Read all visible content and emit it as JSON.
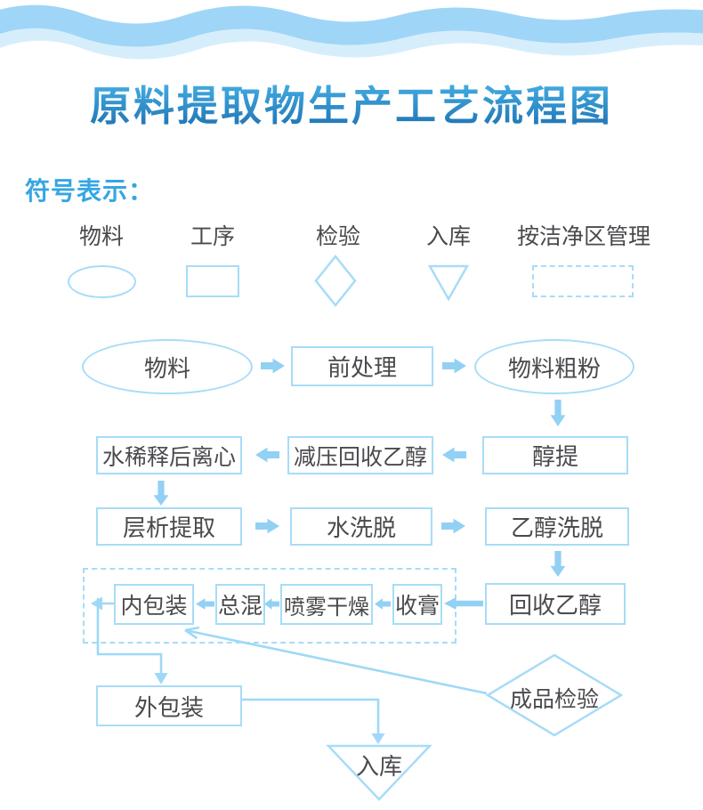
{
  "page": {
    "title": "原料提取物生产工艺流程图"
  },
  "legend": {
    "heading": "符号表示：",
    "items": [
      {
        "label": "物料",
        "shape": "ellipse"
      },
      {
        "label": "工序",
        "shape": "rectangle"
      },
      {
        "label": "检验",
        "shape": "diamond"
      },
      {
        "label": "入库",
        "shape": "triangle-down"
      },
      {
        "label": "按洁净区管理",
        "shape": "dashed-rectangle"
      }
    ]
  },
  "flowchart": {
    "nodes": {
      "material": "物料",
      "pretreatment": "前处理",
      "coarse_powder": "物料粗粉",
      "alcohol_extraction": "醇提",
      "vacuum_recover_ethanol": "减压回收乙醇",
      "dilute_centrifuge": "水稀释后离心",
      "chromatography": "层析提取",
      "water_elution": "水洗脱",
      "ethanol_elution": "乙醇洗脱",
      "recover_ethanol": "回收乙醇",
      "collect_paste": "收膏",
      "spray_drying": "喷雾干燥",
      "total_mixing": "总混",
      "inner_packaging": "内包装",
      "outer_packaging": "外包装",
      "finished_inspection": "成品检验",
      "warehousing": "入库"
    },
    "edges": [
      {
        "from": "物料",
        "to": "前处理"
      },
      {
        "from": "前处理",
        "to": "物料粗粉"
      },
      {
        "from": "物料粗粉",
        "to": "醇提"
      },
      {
        "from": "醇提",
        "to": "减压回收乙醇"
      },
      {
        "from": "减压回收乙醇",
        "to": "水稀释后离心"
      },
      {
        "from": "水稀释后离心",
        "to": "层析提取"
      },
      {
        "from": "层析提取",
        "to": "水洗脱"
      },
      {
        "from": "水洗脱",
        "to": "乙醇洗脱"
      },
      {
        "from": "乙醇洗脱",
        "to": "回收乙醇"
      },
      {
        "from": "回收乙醇",
        "to": "收膏"
      },
      {
        "from": "收膏",
        "to": "喷雾干燥"
      },
      {
        "from": "喷雾干燥",
        "to": "总混"
      },
      {
        "from": "总混",
        "to": "内包装"
      },
      {
        "from": "内包装",
        "to": "外包装"
      },
      {
        "from": "成品检验",
        "to": "内包装"
      },
      {
        "from": "外包装",
        "to": "入库"
      }
    ],
    "clean_area_nodes": [
      "内包装",
      "总混",
      "喷雾干燥",
      "收膏"
    ]
  },
  "colors": {
    "wave_main": "#9fd6f7",
    "wave_light": "#d6eefc",
    "title_gradient_top": "#47b3e7",
    "title_gradient_bottom": "#1b6dae",
    "legend_heading": "#35a6e2",
    "shape_stroke": "#a7dcf8",
    "arrow_fill": "#92d0f4",
    "text_dark": "#4a4a4e",
    "background": "#ffffff"
  }
}
